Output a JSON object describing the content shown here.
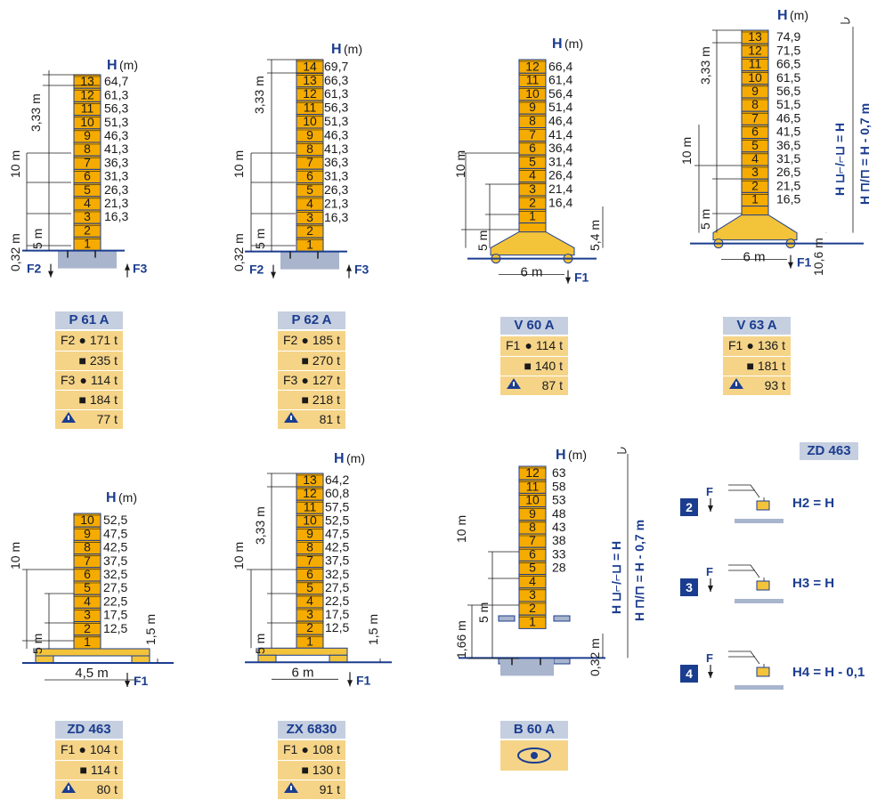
{
  "colors": {
    "tower": "#f5ab00",
    "base": "#f3c33a",
    "navy": "#1b3d8f",
    "table": "#f5d488",
    "title_bg": "#c5cfe0",
    "ground": "#a9b5cd"
  },
  "labels": {
    "H": "H",
    "m": "(m)",
    "F1": "F1",
    "F2": "F2",
    "F3": "F3",
    "dim_3_33": "3,33 m",
    "dim_10": "10 m",
    "dim_5": "5 m",
    "dim_0_32": "0,32 m",
    "dim_5_4": "5,4 m",
    "dim_10_6": "10,6 m",
    "dim_1_5": "1,5 m",
    "dim_1_66": "1,66 m",
    "dim_6": "6 m",
    "dim_4_5": "4,5 m",
    "formula_right": "H ⊔⌐/⌐⊔ = H",
    "formula_right2": "H ⊓/⊓ = H - 0,7 m"
  },
  "icons": {
    "crane_icon": "crane-warning-icon",
    "eye": "eye-icon",
    "circle": "circle-bullet-icon",
    "square": "square-bullet-icon"
  },
  "towers": [
    {
      "id": "p61a",
      "title": "P 61 A",
      "heights": [
        "64,7",
        "61,3",
        "56,3",
        "51,3",
        "46,3",
        "41,3",
        "36,3",
        "31,3",
        "26,3",
        "21,3",
        "16,3"
      ],
      "spec": [
        {
          "lab": "F2",
          "val": "171 t",
          "sym": "circle"
        },
        {
          "lab": "",
          "val": "235 t",
          "sym": "square"
        },
        {
          "lab": "F3",
          "val": "114 t",
          "sym": "circle"
        },
        {
          "lab": "",
          "val": "184 t",
          "sym": "square"
        },
        {
          "lab": "crane",
          "val": "77 t",
          "sym": ""
        }
      ]
    },
    {
      "id": "p62a",
      "title": "P 62 A",
      "heights": [
        "69,7",
        "66,3",
        "61,3",
        "56,3",
        "51,3",
        "46,3",
        "41,3",
        "36,3",
        "31,3",
        "26,3",
        "21,3",
        "16,3"
      ],
      "spec": [
        {
          "lab": "F2",
          "val": "185 t",
          "sym": "circle"
        },
        {
          "lab": "",
          "val": "270 t",
          "sym": "square"
        },
        {
          "lab": "F3",
          "val": "127 t",
          "sym": "circle"
        },
        {
          "lab": "",
          "val": "218 t",
          "sym": "square"
        },
        {
          "lab": "crane",
          "val": "81 t",
          "sym": ""
        }
      ]
    },
    {
      "id": "v60a",
      "title": "V 60 A",
      "heights": [
        "66,4",
        "61,4",
        "56,4",
        "51,4",
        "46,4",
        "41,4",
        "36,4",
        "31,4",
        "26,4",
        "21,4",
        "16,4"
      ],
      "spec": [
        {
          "lab": "F1",
          "val": "114 t",
          "sym": "circle"
        },
        {
          "lab": "",
          "val": "140 t",
          "sym": "square"
        },
        {
          "lab": "crane",
          "val": "87 t",
          "sym": ""
        }
      ]
    },
    {
      "id": "v63a",
      "title": "V 63 A",
      "heights": [
        "74,9",
        "71,5",
        "66,5",
        "61,5",
        "56,5",
        "51,5",
        "46,5",
        "41,5",
        "36,5",
        "31,5",
        "26,5",
        "21,5",
        "16,5"
      ],
      "spec": [
        {
          "lab": "F1",
          "val": "136 t",
          "sym": "circle"
        },
        {
          "lab": "",
          "val": "181 t",
          "sym": "square"
        },
        {
          "lab": "crane",
          "val": "93 t",
          "sym": ""
        }
      ]
    },
    {
      "id": "zd463",
      "title": "ZD 463",
      "heights": [
        "52,5",
        "47,5",
        "42,5",
        "37,5",
        "32,5",
        "27,5",
        "22,5",
        "17,5",
        "12,5"
      ],
      "spec": [
        {
          "lab": "F1",
          "val": "104 t",
          "sym": "circle"
        },
        {
          "lab": "",
          "val": "114 t",
          "sym": "square"
        },
        {
          "lab": "crane",
          "val": "80 t",
          "sym": ""
        }
      ]
    },
    {
      "id": "zx6830",
      "title": "ZX 6830",
      "heights": [
        "64,2",
        "60,8",
        "57,5",
        "52,5",
        "47,5",
        "42,5",
        "37,5",
        "32,5",
        "27,5",
        "22,5",
        "17,5",
        "12,5"
      ],
      "spec": [
        {
          "lab": "F1",
          "val": "108 t",
          "sym": "circle"
        },
        {
          "lab": "",
          "val": "130 t",
          "sym": "square"
        },
        {
          "lab": "crane",
          "val": "91 t",
          "sym": ""
        }
      ]
    },
    {
      "id": "b60a",
      "title": "B 60 A",
      "heights": [
        "63",
        "58",
        "53",
        "48",
        "43",
        "38",
        "33",
        "28"
      ],
      "spec": []
    }
  ],
  "zd_legend": {
    "title": "ZD 463",
    "items": [
      {
        "num": "2",
        "eq": "H2 = H"
      },
      {
        "num": "3",
        "eq": "H3 = H"
      },
      {
        "num": "4",
        "eq": "H4 = H - 0,1"
      }
    ],
    "force": "F"
  }
}
